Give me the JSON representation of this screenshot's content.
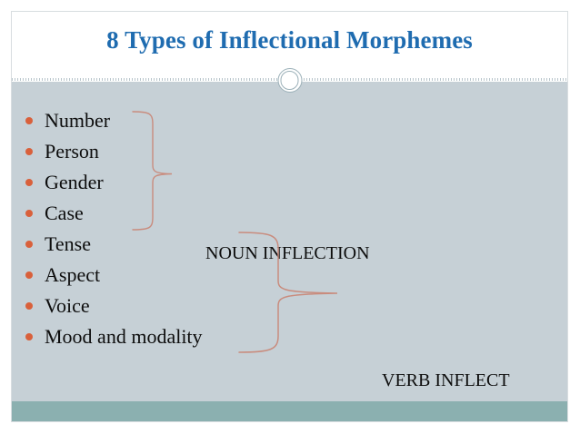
{
  "slide": {
    "title": "8 Types of Inflectional Morphemes",
    "bullets": [
      {
        "label": "Number"
      },
      {
        "label": "Person"
      },
      {
        "label": "Gender"
      },
      {
        "label": "Case"
      },
      {
        "label": "Tense"
      },
      {
        "label": "Aspect"
      },
      {
        "label": "Voice"
      },
      {
        "label": "Mood and modality"
      }
    ],
    "groups": [
      {
        "label": "NOUN INFLECTION",
        "covers": [
          "Number",
          "Person",
          "Gender",
          "Case"
        ]
      },
      {
        "label": "VERB INFLECT",
        "covers": [
          "Tense",
          "Aspect",
          "Voice",
          "Mood and modality"
        ]
      }
    ]
  },
  "colors": {
    "title_blue": "#1F6CB0",
    "body_background": "#C6D0D6",
    "title_background": "#FFFFFF",
    "bullet_marker": "#D9603B",
    "brace": "#C98C7E",
    "bottom_bar": "#8BB0B0",
    "divider": "#B9C6CC"
  },
  "decorations": {
    "divider_circle": "double-ring-circle-icon",
    "brace_noun": "curly-brace-icon",
    "brace_verb": "curly-brace-icon"
  }
}
